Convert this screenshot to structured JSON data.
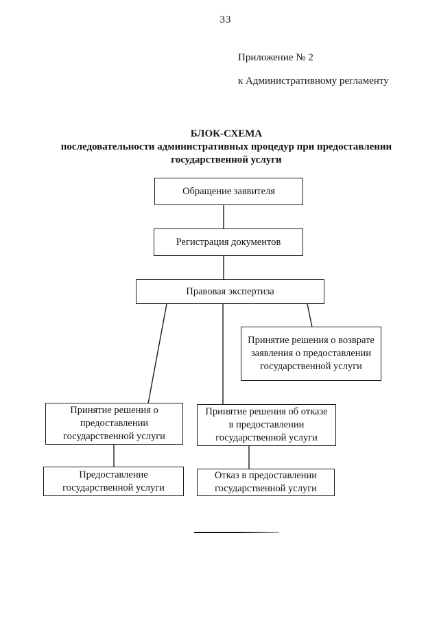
{
  "page": {
    "number": "33",
    "appendix_line1": "Приложение № 2",
    "appendix_line2": "к Административному регламенту"
  },
  "title": {
    "line1": "БЛОК-СХЕМА",
    "line2": "последовательности административных процедур при предоставлении",
    "line3": "государственной услуги"
  },
  "flowchart": {
    "nodes": [
      {
        "id": "applicant-appeal",
        "label": "Обращение заявителя"
      },
      {
        "id": "document-registration",
        "label": "Регистрация документов"
      },
      {
        "id": "legal-expertise",
        "label": "Правовая экспертиза"
      },
      {
        "id": "return-decision",
        "label": "Принятие решения о возврате заявления о предоставлении государственной услуги"
      },
      {
        "id": "grant-decision",
        "label": "Принятие решения о предоставлении государственной услуги"
      },
      {
        "id": "refusal-decision",
        "label": "Принятие решения об отказе в предоставлении государственной услуги"
      },
      {
        "id": "service-provision",
        "label": "Предоставление государственной услуги"
      },
      {
        "id": "service-refusal",
        "label": "Отказ в предоставлении государственной услуги"
      }
    ]
  }
}
